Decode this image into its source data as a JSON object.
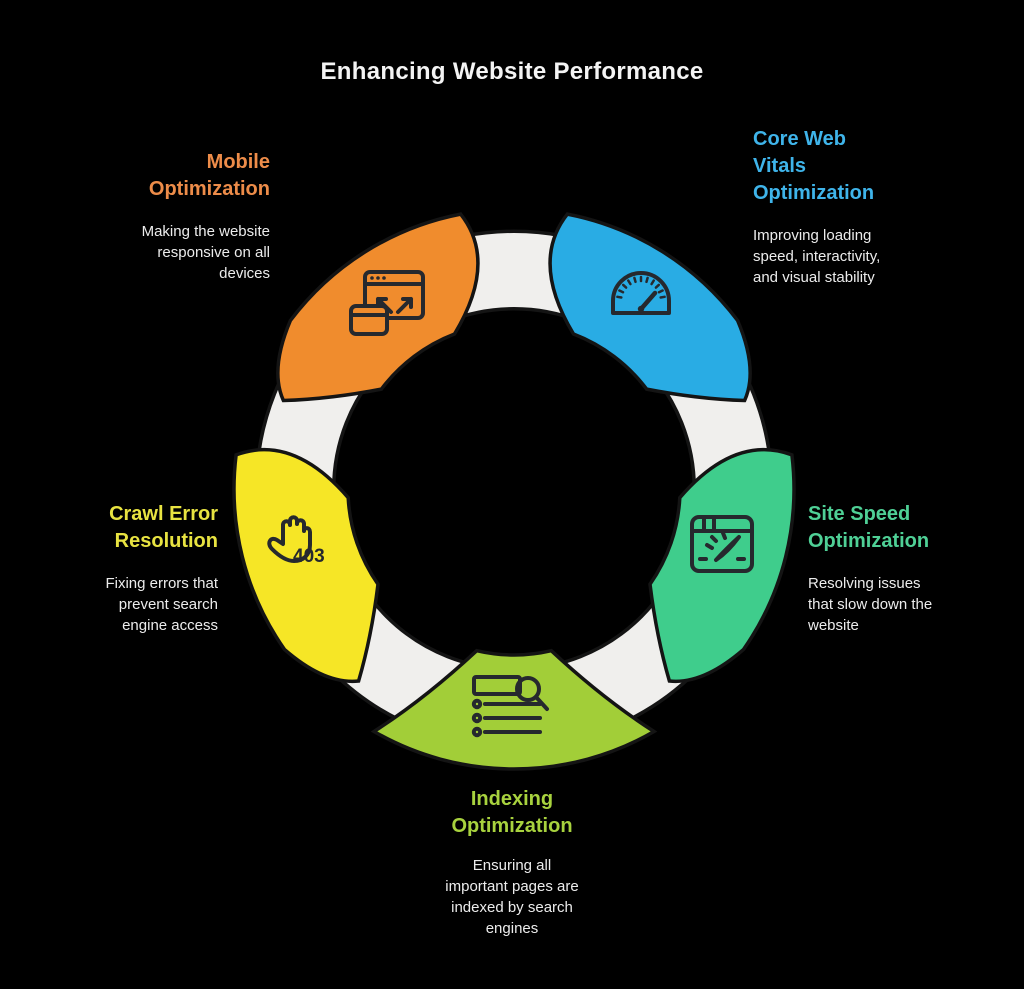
{
  "title": "Enhancing Website Performance",
  "diagram": {
    "background": "#000000",
    "ring_color": "#F0EFED",
    "outline_color": "#141414",
    "segments": [
      {
        "id": "mobile-optimization",
        "label": "Mobile\nOptimization",
        "description": "Making the website\nresponsive on all\ndevices",
        "heading_color": "#ED8C49",
        "fill_color": "#F08C2D",
        "icon": "responsive-browser-icon"
      },
      {
        "id": "core-web-vitals-optimization",
        "label": "Core Web\nVitals\nOptimization",
        "description": "Improving loading\nspeed, interactivity,\nand visual stability",
        "heading_color": "#3FB4EA",
        "fill_color": "#29ACE4",
        "icon": "speedometer-icon"
      },
      {
        "id": "site-speed-optimization",
        "label": "Site Speed\nOptimization",
        "description": "Resolving issues\nthat slow down the\nwebsite",
        "heading_color": "#4FD096",
        "fill_color": "#3FCD8C",
        "icon": "speed-dial-window-icon"
      },
      {
        "id": "indexing-optimization",
        "label": "Indexing\nOptimization",
        "description": "Ensuring all\nimportant pages are\nindexed by search\nengines",
        "heading_color": "#A8D23E",
        "fill_color": "#A2CE38",
        "icon": "search-list-icon"
      },
      {
        "id": "crawl-error-resolution",
        "label": "Crawl Error\nResolution",
        "description": "Fixing errors that\nprevent search\nengine access",
        "heading_color": "#E8E341",
        "fill_color": "#F6E626",
        "icon": "stop-hand-403-icon",
        "icon_text": "403"
      }
    ]
  }
}
